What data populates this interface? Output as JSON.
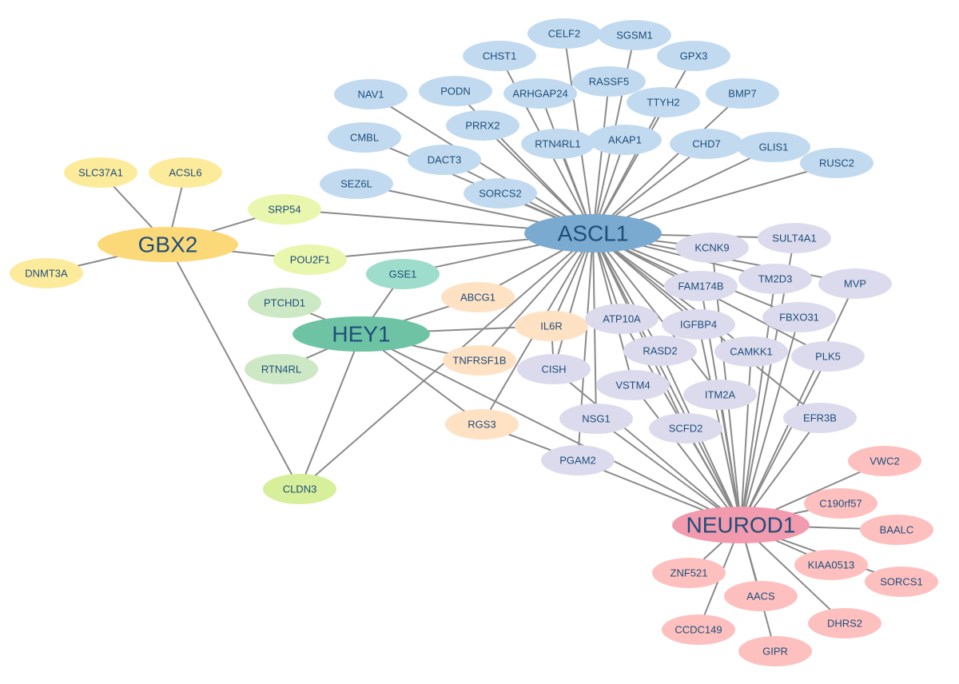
{
  "colors": {
    "edge": "#8a8a8a",
    "label": "#1f4e79",
    "hub_GBX2": "#fcd978",
    "hub_ASCL1": "#7aaad0",
    "hub_HEY1": "#6dc3a3",
    "hub_NEUROD1": "#f29bae",
    "yellow": "#fdeb9c",
    "lime": "#e9f6ad",
    "light_blue": "#c2daf0",
    "mint": "#9edccb",
    "light_green": "#cde8c4",
    "peach": "#ffe1c4",
    "lavender": "#dcdbee",
    "green_yellow": "#d7ef9a",
    "salmon": "#fdc0bf"
  },
  "nodes": [
    {
      "id": "GBX2",
      "label": "GBX2",
      "hub": true,
      "color": "hub_GBX2"
    },
    {
      "id": "ASCL1",
      "label": "ASCL1",
      "hub": true,
      "color": "hub_ASCL1"
    },
    {
      "id": "HEY1",
      "label": "HEY1",
      "hub": true,
      "color": "hub_HEY1"
    },
    {
      "id": "NEUROD1",
      "label": "NEUROD1",
      "hub": true,
      "color": "hub_NEUROD1"
    },
    {
      "id": "SLC37A1",
      "label": "SLC37A1",
      "color": "yellow"
    },
    {
      "id": "ACSL6",
      "label": "ACSL6",
      "color": "yellow"
    },
    {
      "id": "DNMT3A",
      "label": "DNMT3A",
      "color": "yellow"
    },
    {
      "id": "SRP54",
      "label": "SRP54",
      "color": "lime"
    },
    {
      "id": "POU2F1",
      "label": "POU2F1",
      "color": "lime"
    },
    {
      "id": "NAV1",
      "label": "NAV1",
      "color": "light_blue"
    },
    {
      "id": "PODN",
      "label": "PODN",
      "color": "light_blue"
    },
    {
      "id": "CHST1",
      "label": "CHST1",
      "color": "light_blue"
    },
    {
      "id": "CELF2",
      "label": "CELF2",
      "color": "light_blue"
    },
    {
      "id": "SGSM1",
      "label": "SGSM1",
      "color": "light_blue"
    },
    {
      "id": "GPX3",
      "label": "GPX3",
      "color": "light_blue"
    },
    {
      "id": "ARHGAP24",
      "label": "ARHGAP24",
      "color": "light_blue"
    },
    {
      "id": "RASSF5",
      "label": "RASSF5",
      "color": "light_blue"
    },
    {
      "id": "TTYH2",
      "label": "TTYH2",
      "color": "light_blue"
    },
    {
      "id": "BMP7",
      "label": "BMP7",
      "color": "light_blue"
    },
    {
      "id": "CMBL",
      "label": "CMBL",
      "color": "light_blue"
    },
    {
      "id": "PRRX2",
      "label": "PRRX2",
      "color": "light_blue"
    },
    {
      "id": "RTN4RL1",
      "label": "RTN4RL1",
      "color": "light_blue"
    },
    {
      "id": "AKAP1",
      "label": "AKAP1",
      "color": "light_blue"
    },
    {
      "id": "CHD7",
      "label": "CHD7",
      "color": "light_blue"
    },
    {
      "id": "GLIS1",
      "label": "GLIS1",
      "color": "light_blue"
    },
    {
      "id": "DACT3",
      "label": "DACT3",
      "color": "light_blue"
    },
    {
      "id": "RUSC2",
      "label": "RUSC2",
      "color": "light_blue"
    },
    {
      "id": "SEZ6L",
      "label": "SEZ6L",
      "color": "light_blue"
    },
    {
      "id": "SORCS2",
      "label": "SORCS2",
      "color": "light_blue"
    },
    {
      "id": "GSE1",
      "label": "GSE1",
      "color": "mint"
    },
    {
      "id": "PTCHD1",
      "label": "PTCHD1",
      "color": "light_green"
    },
    {
      "id": "RTN4RL",
      "label": "RTN4RL",
      "color": "light_green"
    },
    {
      "id": "ABCG1",
      "label": "ABCG1",
      "color": "peach"
    },
    {
      "id": "IL6R",
      "label": "IL6R",
      "color": "peach"
    },
    {
      "id": "TNFRSF1B",
      "label": "TNFRSF1B",
      "color": "peach"
    },
    {
      "id": "RGS3",
      "label": "RGS3",
      "color": "peach"
    },
    {
      "id": "KCNK9",
      "label": "KCNK9",
      "color": "lavender"
    },
    {
      "id": "SULT4A1",
      "label": "SULT4A1",
      "color": "lavender"
    },
    {
      "id": "FAM174B",
      "label": "FAM174B",
      "color": "lavender"
    },
    {
      "id": "TM2D3",
      "label": "TM2D3",
      "color": "lavender"
    },
    {
      "id": "MVP",
      "label": "MVP",
      "color": "lavender"
    },
    {
      "id": "ATP10A",
      "label": "ATP10A",
      "color": "lavender"
    },
    {
      "id": "IGFBP4",
      "label": "IGFBP4",
      "color": "lavender"
    },
    {
      "id": "FBXO31",
      "label": "FBXO31",
      "color": "lavender"
    },
    {
      "id": "RASD2",
      "label": "RASD2",
      "color": "lavender"
    },
    {
      "id": "CAMKK1",
      "label": "CAMKK1",
      "color": "lavender"
    },
    {
      "id": "PLK5",
      "label": "PLK5",
      "color": "lavender"
    },
    {
      "id": "CISH",
      "label": "CISH",
      "color": "lavender"
    },
    {
      "id": "VSTM4",
      "label": "VSTM4",
      "color": "lavender"
    },
    {
      "id": "ITM2A",
      "label": "ITM2A",
      "color": "lavender"
    },
    {
      "id": "NSG1",
      "label": "NSG1",
      "color": "lavender"
    },
    {
      "id": "SCFD2",
      "label": "SCFD2",
      "color": "lavender"
    },
    {
      "id": "EFR3B",
      "label": "EFR3B",
      "color": "lavender"
    },
    {
      "id": "PGAM2",
      "label": "PGAM2",
      "color": "lavender"
    },
    {
      "id": "CLDN3",
      "label": "CLDN3",
      "color": "green_yellow"
    },
    {
      "id": "VWC2",
      "label": "VWC2",
      "color": "salmon"
    },
    {
      "id": "C19orf57",
      "label": "C190rf57",
      "color": "salmon"
    },
    {
      "id": "BAALC",
      "label": "BAALC",
      "color": "salmon"
    },
    {
      "id": "KIAA0513",
      "label": "KIAA0513",
      "color": "salmon"
    },
    {
      "id": "ZNF521",
      "label": "ZNF521",
      "color": "salmon"
    },
    {
      "id": "SORCS1",
      "label": "SORCS1",
      "color": "salmon"
    },
    {
      "id": "AACS",
      "label": "AACS",
      "color": "salmon"
    },
    {
      "id": "CCDC149",
      "label": "CCDC149",
      "color": "salmon"
    },
    {
      "id": "DHRS2",
      "label": "DHRS2",
      "color": "salmon"
    },
    {
      "id": "GIPR",
      "label": "GIPR",
      "color": "salmon"
    }
  ],
  "edges": [
    [
      "GBX2",
      "SLC37A1"
    ],
    [
      "GBX2",
      "ACSL6"
    ],
    [
      "GBX2",
      "DNMT3A"
    ],
    [
      "GBX2",
      "SRP54"
    ],
    [
      "GBX2",
      "POU2F1"
    ],
    [
      "GBX2",
      "CLDN3"
    ],
    [
      "SRP54",
      "ASCL1"
    ],
    [
      "POU2F1",
      "ASCL1"
    ],
    [
      "ASCL1",
      "NAV1"
    ],
    [
      "ASCL1",
      "PODN"
    ],
    [
      "ASCL1",
      "CHST1"
    ],
    [
      "ASCL1",
      "CELF2"
    ],
    [
      "ASCL1",
      "SGSM1"
    ],
    [
      "ASCL1",
      "GPX3"
    ],
    [
      "ASCL1",
      "ARHGAP24"
    ],
    [
      "ASCL1",
      "RASSF5"
    ],
    [
      "ASCL1",
      "TTYH2"
    ],
    [
      "ASCL1",
      "BMP7"
    ],
    [
      "ASCL1",
      "CMBL"
    ],
    [
      "ASCL1",
      "PRRX2"
    ],
    [
      "ASCL1",
      "RTN4RL1"
    ],
    [
      "ASCL1",
      "AKAP1"
    ],
    [
      "ASCL1",
      "CHD7"
    ],
    [
      "ASCL1",
      "GLIS1"
    ],
    [
      "ASCL1",
      "DACT3"
    ],
    [
      "ASCL1",
      "RUSC2"
    ],
    [
      "ASCL1",
      "SEZ6L"
    ],
    [
      "ASCL1",
      "SORCS2"
    ],
    [
      "ASCL1",
      "GSE1"
    ],
    [
      "ASCL1",
      "ABCG1"
    ],
    [
      "ASCL1",
      "IL6R"
    ],
    [
      "ASCL1",
      "TNFRSF1B"
    ],
    [
      "ASCL1",
      "RGS3"
    ],
    [
      "ASCL1",
      "CLDN3"
    ],
    [
      "ASCL1",
      "KCNK9"
    ],
    [
      "ASCL1",
      "SULT4A1"
    ],
    [
      "ASCL1",
      "FAM174B"
    ],
    [
      "ASCL1",
      "TM2D3"
    ],
    [
      "ASCL1",
      "MVP"
    ],
    [
      "ASCL1",
      "ATP10A"
    ],
    [
      "ASCL1",
      "IGFBP4"
    ],
    [
      "ASCL1",
      "FBXO31"
    ],
    [
      "ASCL1",
      "RASD2"
    ],
    [
      "ASCL1",
      "CAMKK1"
    ],
    [
      "ASCL1",
      "PLK5"
    ],
    [
      "ASCL1",
      "CISH"
    ],
    [
      "ASCL1",
      "VSTM4"
    ],
    [
      "ASCL1",
      "ITM2A"
    ],
    [
      "ASCL1",
      "NSG1"
    ],
    [
      "ASCL1",
      "SCFD2"
    ],
    [
      "ASCL1",
      "EFR3B"
    ],
    [
      "ASCL1",
      "PGAM2"
    ],
    [
      "ASCL1",
      "NEUROD1"
    ],
    [
      "HEY1",
      "GSE1"
    ],
    [
      "HEY1",
      "PTCHD1"
    ],
    [
      "HEY1",
      "RTN4RL"
    ],
    [
      "HEY1",
      "ABCG1"
    ],
    [
      "HEY1",
      "IL6R"
    ],
    [
      "HEY1",
      "TNFRSF1B"
    ],
    [
      "HEY1",
      "RGS3"
    ],
    [
      "HEY1",
      "CLDN3"
    ],
    [
      "HEY1",
      "NEUROD1"
    ],
    [
      "IL6R",
      "CISH"
    ],
    [
      "RGS3",
      "PGAM2"
    ],
    [
      "NEUROD1",
      "KCNK9"
    ],
    [
      "NEUROD1",
      "FAM174B"
    ],
    [
      "NEUROD1",
      "TM2D3"
    ],
    [
      "NEUROD1",
      "MVP"
    ],
    [
      "NEUROD1",
      "ATP10A"
    ],
    [
      "NEUROD1",
      "IGFBP4"
    ],
    [
      "NEUROD1",
      "FBXO31"
    ],
    [
      "NEUROD1",
      "RASD2"
    ],
    [
      "NEUROD1",
      "CAMKK1"
    ],
    [
      "NEUROD1",
      "PLK5"
    ],
    [
      "NEUROD1",
      "CISH"
    ],
    [
      "NEUROD1",
      "VSTM4"
    ],
    [
      "NEUROD1",
      "ITM2A"
    ],
    [
      "NEUROD1",
      "NSG1"
    ],
    [
      "NEUROD1",
      "SCFD2"
    ],
    [
      "NEUROD1",
      "EFR3B"
    ],
    [
      "NEUROD1",
      "PGAM2"
    ],
    [
      "NEUROD1",
      "SULT4A1"
    ],
    [
      "NEUROD1",
      "VWC2"
    ],
    [
      "NEUROD1",
      "C19orf57"
    ],
    [
      "NEUROD1",
      "BAALC"
    ],
    [
      "NEUROD1",
      "KIAA0513"
    ],
    [
      "NEUROD1",
      "ZNF521"
    ],
    [
      "NEUROD1",
      "SORCS1"
    ],
    [
      "NEUROD1",
      "AACS"
    ],
    [
      "NEUROD1",
      "CCDC149"
    ],
    [
      "NEUROD1",
      "DHRS2"
    ],
    [
      "NEUROD1",
      "GIPR"
    ]
  ]
}
